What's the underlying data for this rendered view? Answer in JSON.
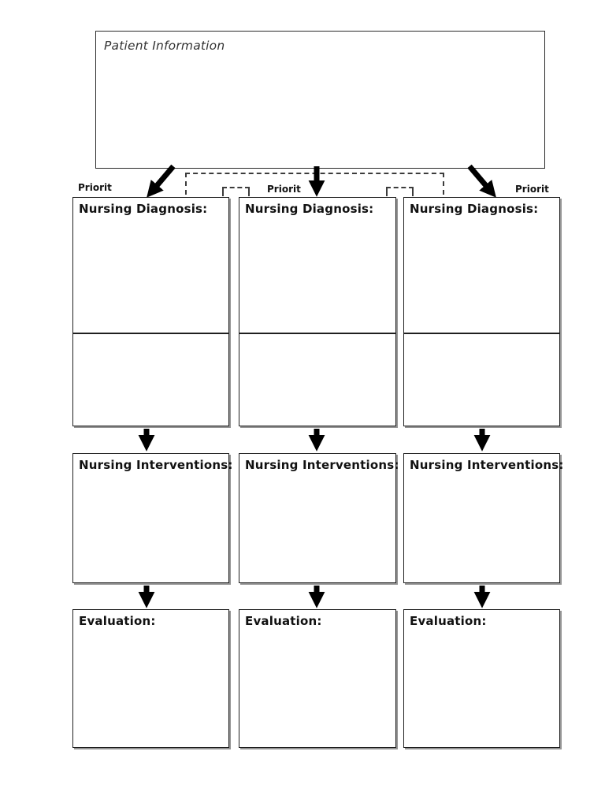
{
  "patient_info": {
    "label": "Patient Information",
    "value": ""
  },
  "columns": [
    {
      "priority_label": "Priorit",
      "diagnosis_label": "Nursing Diagnosis:",
      "diagnosis_value": "",
      "notes_value": "",
      "interventions_label": "Nursing Interventions:",
      "interventions_value": "",
      "evaluation_label": "Evaluation:",
      "evaluation_value": ""
    },
    {
      "priority_label": "Priorit",
      "diagnosis_label": "Nursing Diagnosis:",
      "diagnosis_value": "",
      "notes_value": "",
      "interventions_label": "Nursing Interventions:",
      "interventions_value": "",
      "evaluation_label": "Evaluation:",
      "evaluation_value": ""
    },
    {
      "priority_label": "Priorit",
      "diagnosis_label": "Nursing Diagnosis:",
      "diagnosis_value": "",
      "notes_value": "",
      "interventions_label": "Nursing Interventions:",
      "interventions_value": "",
      "evaluation_label": "Evaluation:",
      "evaluation_value": ""
    }
  ],
  "colors": {
    "box_border": "#1f1f1f",
    "diagnosis_border": "#1a1a1a",
    "arrow": "#000000",
    "shadow_edge": "#6b6b6b",
    "dashed_connector": "#3c3c3c",
    "background": "#ffffff",
    "label_text": "#111111",
    "patient_label_text": "#333333"
  }
}
